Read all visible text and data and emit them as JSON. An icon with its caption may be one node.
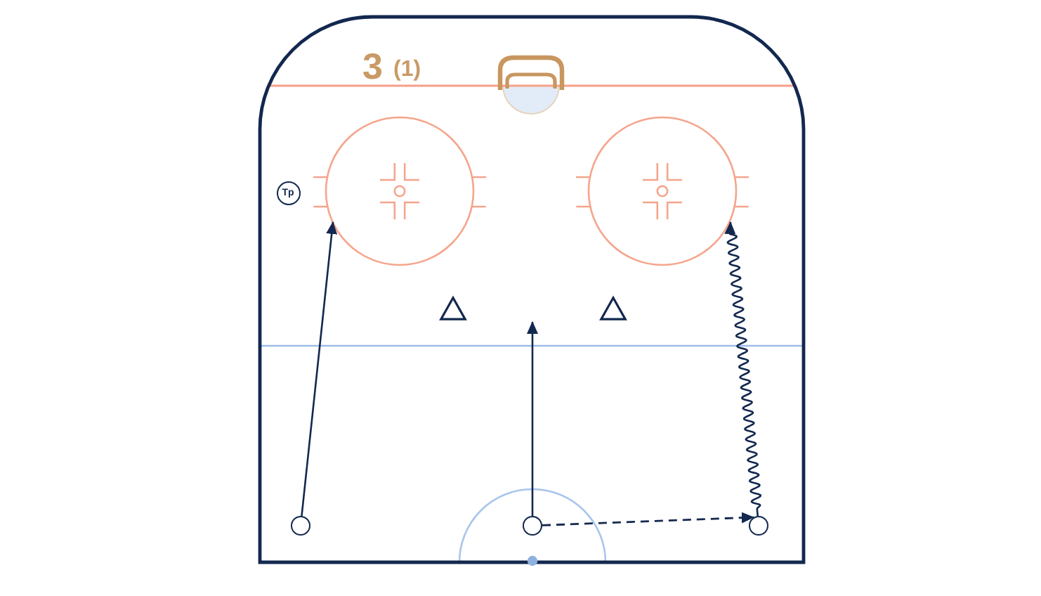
{
  "diagram": {
    "nodes": [
      {
        "text": [
          "Tp"
        ]
      },
      {
        "text": [],
        "shape": "triangle"
      },
      {
        "text": [],
        "shape": "triangle"
      },
      {
        "text": [],
        "shape": "circle"
      },
      {
        "text": [],
        "shape": "circle"
      },
      {
        "text": [],
        "shape": "circle"
      }
    ],
    "edges": [
      {
        "from": 3,
        "to": null,
        "arrow": "to"
      },
      {
        "from": 4,
        "to": null,
        "arrow": "to"
      },
      {
        "from": 4,
        "to": 5,
        "arrow": "to",
        "style": "dashed"
      },
      {
        "from": 5,
        "to": null,
        "arrow": "to"
      }
    ],
    "labels": [
      "3",
      "(1)"
    ]
  }
}
